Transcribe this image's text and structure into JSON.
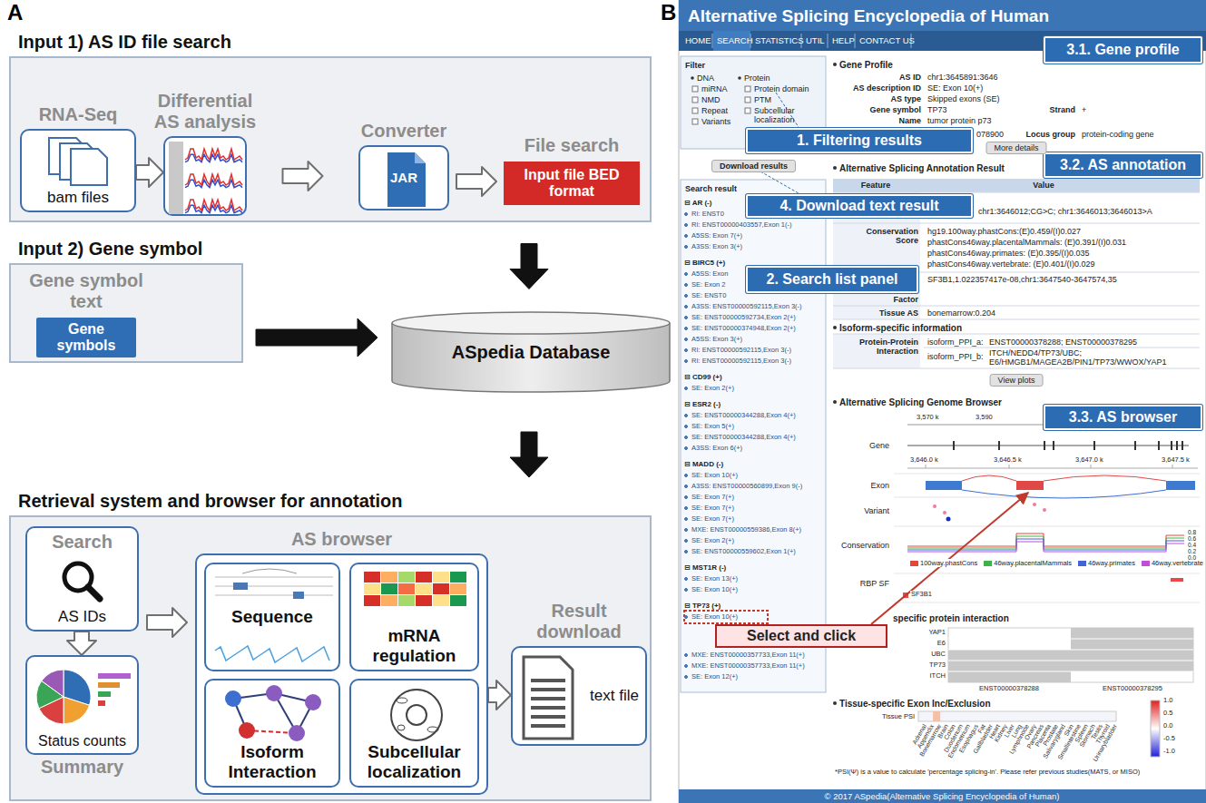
{
  "diagram": {
    "nodes": [
      {
        "text": [
          "Input 1) AS ID file search"
        ]
      },
      {
        "text": [
          "RNA-Seq",
          "bam files"
        ],
        "in": 0
      },
      {
        "text": [
          "Differential AS analysis"
        ],
        "in": 0
      },
      {
        "text": [
          "Converter",
          "JAR"
        ],
        "in": 0
      },
      {
        "text": [
          "File search",
          "Input file BED format"
        ],
        "in": 0
      },
      {
        "text": [
          "Input 2) Gene symbol"
        ]
      },
      {
        "text": [
          "Gene symbol text",
          "Gene symbols"
        ],
        "in": 5
      },
      {
        "text": [
          "ASpedia Database"
        ]
      },
      {
        "text": [
          "Retrieval system and browser for annotation"
        ]
      },
      {
        "text": [
          "Search",
          "AS IDs"
        ],
        "in": 8
      },
      {
        "text": [
          "Status counts",
          "Summary"
        ],
        "in": 8
      },
      {
        "text": [
          "AS browser"
        ],
        "in": 8
      },
      {
        "text": [
          "Sequence"
        ],
        "in": 11
      },
      {
        "text": [
          "mRNA regulation"
        ],
        "in": 11
      },
      {
        "text": [
          "Isoform Interaction"
        ],
        "in": 11
      },
      {
        "text": [
          "Subcellular localization"
        ],
        "in": 11
      },
      {
        "text": [
          "Result download",
          "text file"
        ],
        "in": 8
      },
      {
        "text": [
          "1. Filtering results"
        ]
      },
      {
        "text": [
          "2. Search list panel"
        ]
      },
      {
        "text": [
          "3.1. Gene profile"
        ]
      },
      {
        "text": [
          "3.2. AS annotation"
        ]
      },
      {
        "text": [
          "3.3. AS browser"
        ]
      },
      {
        "text": [
          "4. Download text result"
        ]
      },
      {
        "text": [
          "Select and click"
        ]
      }
    ],
    "edges": [
      {
        "from": 1,
        "to": 2,
        "arrow": "to"
      },
      {
        "from": 2,
        "to": 3,
        "arrow": "to"
      },
      {
        "from": 3,
        "to": 4,
        "arrow": "to"
      },
      {
        "from": 0,
        "to": 7,
        "arrow": "to"
      },
      {
        "from": 5,
        "to": 7,
        "arrow": "to"
      },
      {
        "from": 7,
        "to": 8,
        "arrow": "to"
      },
      {
        "from": 9,
        "to": 10,
        "arrow": "to"
      },
      {
        "from": 9,
        "to": 11,
        "arrow": "to"
      },
      {
        "from": 11,
        "to": 16,
        "arrow": "to"
      }
    ],
    "labels": [
      "A",
      "B",
      "Alternative Splicing Encyclopedia of Human",
      "HOME",
      "SEARCH",
      "STATISTICS",
      "UTIL",
      "HELP",
      "CONTACT US",
      "Filter",
      "DNA",
      "miRNA",
      "NMD",
      "Repeat",
      "Variants",
      "Protein",
      "Protein domain",
      "PTM",
      "Subcellular localization",
      "Download results",
      "Search result",
      "⊟ AR (-)",
      "RI: ENST0",
      "RI: ENST00000403557,Exon 1(-)",
      "A5SS: Exon 7(+)",
      "A3SS: Exon 3(+)",
      "⊟ BIRC5 (+)",
      "A5SS: Exon",
      "SE: Exon 2",
      "SE: ENST0",
      "A3SS: ENST00000592115,Exon 3(-)",
      "SE: ENST00000592734,Exon 2(+)",
      "SE: ENST00000374948,Exon 2(+)",
      "A5SS: Exon 3(+)",
      "RI: ENST00000592115,Exon 3(-)",
      "RI: ENST00000592115,Exon 3(-)",
      "⊟ CD99 (+)",
      "SE: Exon 2(+)",
      "⊟ ESR2 (-)",
      "SE: ENST00000344288,Exon 4(+)",
      "SE: Exon 5(+)",
      "SE: ENST00000344288,Exon 4(+)",
      "A3SS: Exon 6(+)",
      "⊟ MADD (-)",
      "SE: Exon 10(+)",
      "A3SS: ENST00000560899,Exon 9(-)",
      "SE: Exon 7(+)",
      "SE: Exon 7(+)",
      "SE: Exon 7(+)",
      "MXE: ENST00000559386,Exon 8(+)",
      "SE: Exon 2(+)",
      "SE: ENST00000559602,Exon 1(+)",
      "⊟ MST1R (-)",
      "SE: Exon 13(+)",
      "SE: Exon 10(+)",
      "⊟ TP73 (+)",
      "SE: Exon 10(+)",
      "MXE: ENST00000357733,Exon 11(+)",
      "MXE: ENST00000357733,Exon 11(+)",
      "SE: Exon 12(+)",
      "Gene Profile",
      "AS ID",
      "chr1:3645891:3646",
      "AS description ID",
      "SE: Exon 10(+)",
      "AS type",
      "Skipped exons (SE)",
      "Gene symbol",
      "TP73",
      "Strand",
      "+",
      "Name",
      "tumor protein p73",
      "078900",
      "Locus group",
      "protein-coding gene",
      "More details",
      "Alternative Splicing Annotation Result",
      "Feature",
      "Value",
      "chr1:3646012;CG>C; chr1:3646013;3646013>A",
      "Conservation Score",
      "hg19.100way.phastCons:(E)0.459/(I)0.027",
      "phastCons46way.placentalMammals: (E)0.391/(I)0.031",
      "phastCons46way.primates: (E)0.395/(I)0.035",
      "phastCons46way.vertebrate: (E)0.401/(I)0.029",
      "SF3B1,1.022357417e-08,chr1:3647540-3647574,35",
      "Factor",
      "Tissue AS",
      "bonemarrow:0.204",
      "Isoform-specific information",
      "Protein-Protein Interaction",
      "isoform_PPI_a:",
      "ENST00000378288; ENST00000378295",
      "isoform_PPI_b:",
      "ITCH/NEDD4/TP73/UBC; E6/HMGB1/MAGEA2B/PIN1/TP73/WWOX/YAP1",
      "View plots",
      "Alternative Splicing Genome Browser",
      "3,570 k",
      "3,590",
      "Gene",
      "3,646.0 k",
      "3,646.5 k",
      "3,647.0 k",
      "3,647.5 k",
      "Exon",
      "Variant",
      "Conservation",
      "0.8",
      "0.6",
      "0.4",
      "0.2",
      "0.0",
      "RBP SF",
      "SF3B1",
      "specific protein interaction",
      "YAP1",
      "E6",
      "UBC",
      "TP73",
      "ITCH",
      "ENST00000378288",
      "ENST00000378295",
      "Tissue-specific Exon Inc/Exclusion",
      "Tissue PSI",
      "Adrenal",
      "Appendix",
      "Bonemarrow",
      "Brain",
      "Colon",
      "Duodenum",
      "Endometrium",
      "Esophagus",
      "Fat",
      "Gallbladder",
      "Heart",
      "Kidney",
      "Liver",
      "Lung",
      "Lymphnode",
      "Ovary",
      "Pancreas",
      "Placenta",
      "Prostate",
      "Salivarygland",
      "Skin",
      "Smallintestine",
      "Spleen",
      "Stomach",
      "Testis",
      "Thyroid",
      "Urinarybladder",
      "1.0",
      "0.5",
      "0.0",
      "-0.5",
      "-1.0",
      "*PSI(Ψ) is a value to calculate 'percentage splicing-in'. Please refer previous studies(MATS, or MISO)",
      "© 2017 ASpedia(Alternative Splicing Encyclopedia of Human)"
    ],
    "legend": [
      {
        "text": "100way.phastCons",
        "color": "#e8443a"
      },
      {
        "text": "46way.placentalMammals",
        "color": "#3cb44b"
      },
      {
        "text": "46way.primates",
        "color": "#4363d8"
      },
      {
        "text": "46way.vertebrate",
        "color": "#c44dd6"
      }
    ]
  }
}
